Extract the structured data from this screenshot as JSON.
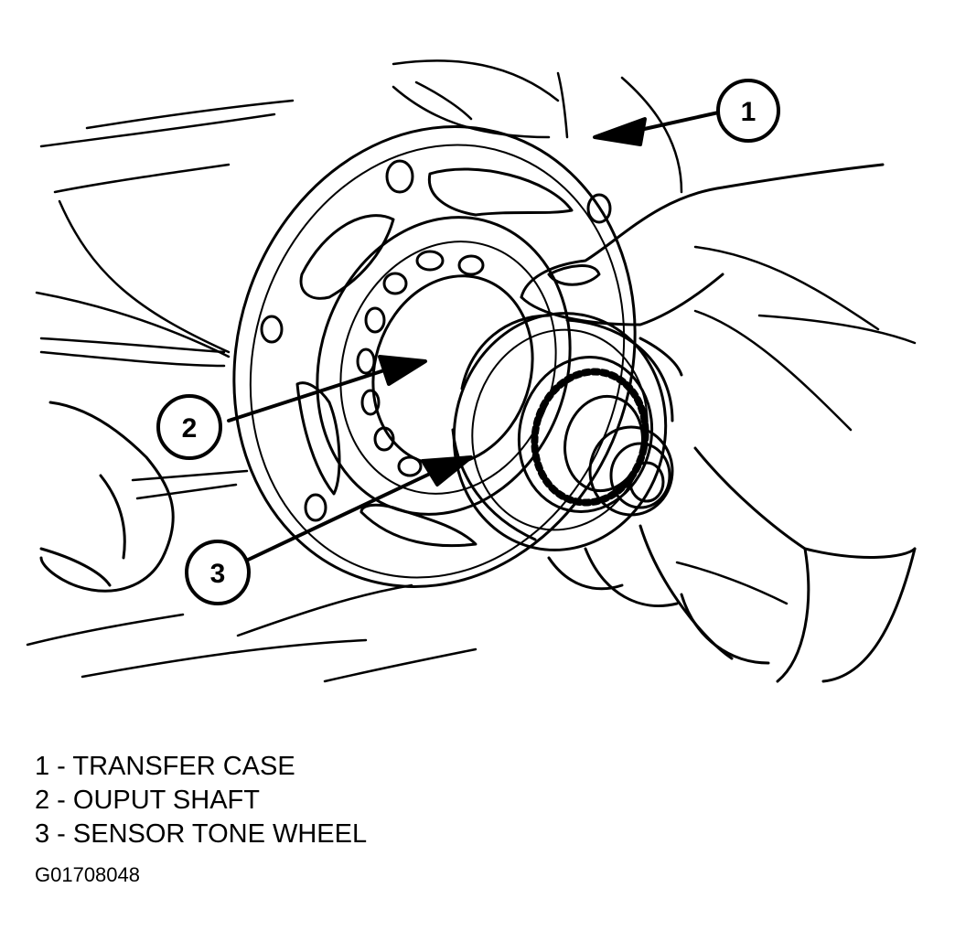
{
  "callouts": [
    {
      "number": "1"
    },
    {
      "number": "2"
    },
    {
      "number": "3"
    }
  ],
  "legend": [
    {
      "text": "1 - TRANSFER CASE"
    },
    {
      "text": "2 - OUPUT SHAFT"
    },
    {
      "text": "3 - SENSOR TONE WHEEL"
    }
  ],
  "figure_id": "G01708048",
  "colors": {
    "ink": "#000000",
    "paper": "#ffffff"
  }
}
